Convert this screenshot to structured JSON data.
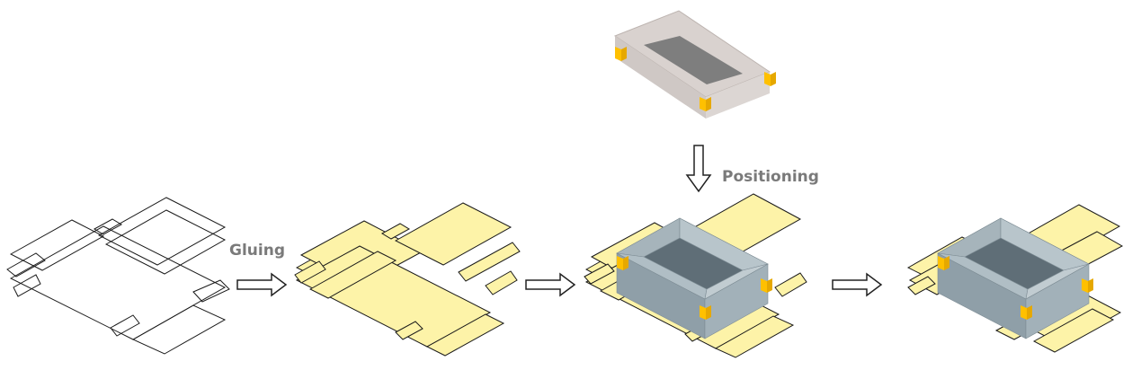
{
  "labels": {
    "gluing": "Gluing",
    "positioning": "Positioning"
  },
  "colors": {
    "blank_outline": "#1a1a1a",
    "glued_fill": "#fdf3a8",
    "tray_light": "#a9b8bf",
    "tray_mid": "#93a3ab",
    "tray_dark": "#5f6e77",
    "frame_top": "#d9d2cf",
    "frame_side": "#cfc8c5",
    "frame_window": "#7e7e7e",
    "glue_tab": "#ffc000",
    "arrow_stroke": "#222222",
    "label_text": "#7a7a7a"
  },
  "steps": [
    {
      "id": "flat-blank",
      "label": ""
    },
    {
      "id": "glued-blank",
      "label": ""
    },
    {
      "id": "positioned-tray",
      "label": ""
    },
    {
      "id": "finished-tray",
      "label": ""
    }
  ]
}
